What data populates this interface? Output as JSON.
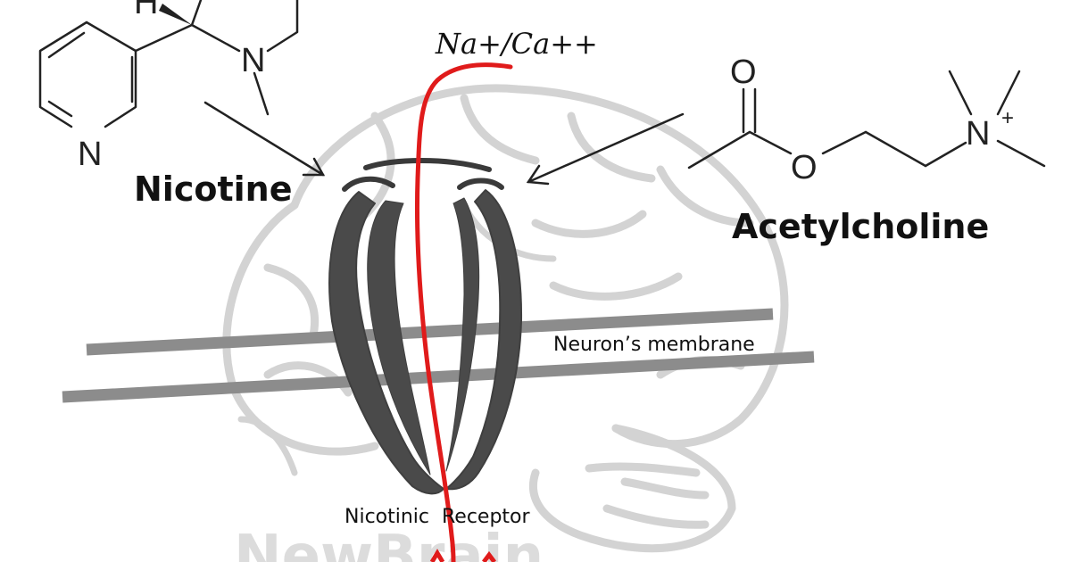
{
  "labels": {
    "ion": "Na+/Ca++",
    "nicotine": "Nicotine",
    "acetylcholine": "Acetylcholine",
    "membrane": "Neuron’s membrane",
    "receptor": "Nicotinic  Receptor",
    "watermark": "NewBrain"
  },
  "atoms": {
    "nicotine_h": "H",
    "nicotine_n_pyrrolidine": "N",
    "nicotine_n_pyridine": "N",
    "ach_o_carbonyl": "O",
    "ach_o_ester": "O",
    "ach_n": "N",
    "ach_charge": "+"
  },
  "colors": {
    "ion_path": "#e01b1b",
    "receptor": "#4a4a4a",
    "membrane": "#8c8c8c",
    "brain_outline": "#d3d3d3",
    "structure_lines": "#222222"
  }
}
